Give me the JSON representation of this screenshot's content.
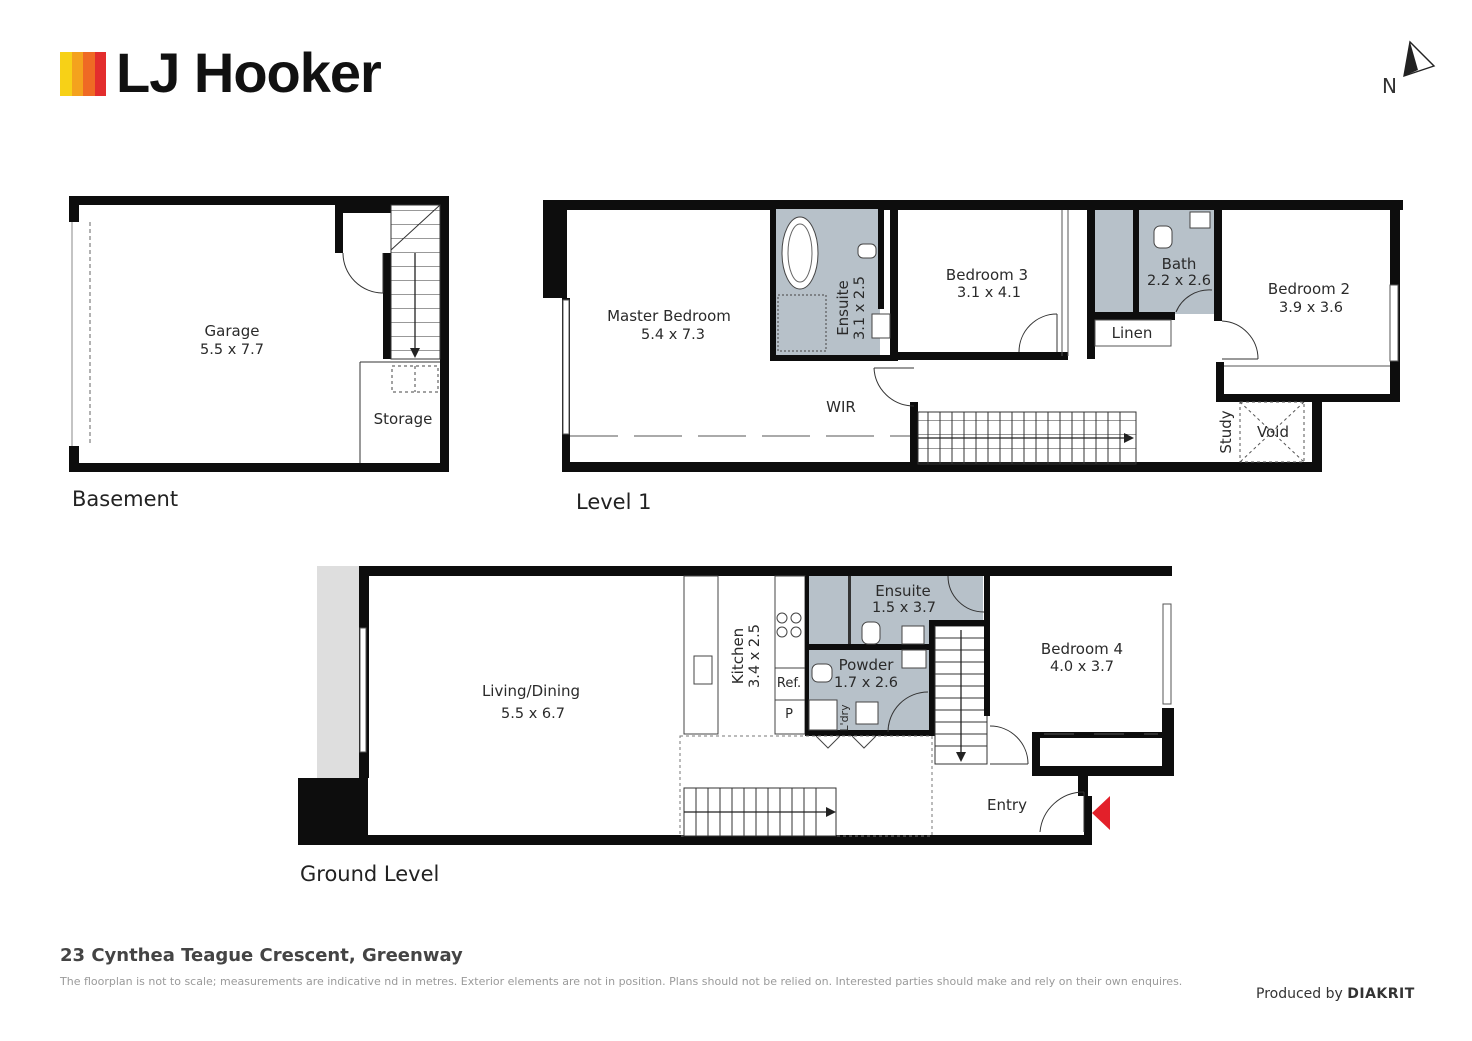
{
  "brand": {
    "name": "LJ Hooker",
    "stripe_colors": [
      "#f7d117",
      "#f4a21d",
      "#ef6a24",
      "#e32d2d"
    ]
  },
  "compass": {
    "label": "N"
  },
  "levels": {
    "basement": "Basement",
    "level1": "Level 1",
    "ground": "Ground Level"
  },
  "rooms": {
    "garage": {
      "name": "Garage",
      "dims": "5.5 x 7.7"
    },
    "storage": {
      "name": "Storage"
    },
    "master": {
      "name": "Master Bedroom",
      "dims": "5.4 x 7.3"
    },
    "ensuite1": {
      "name": "Ensuite",
      "dims": "3.1 x 2.5"
    },
    "bed3": {
      "name": "Bedroom 3",
      "dims": "3.1 x 4.1"
    },
    "bath": {
      "name": "Bath",
      "dims": "2.2 x 2.6"
    },
    "linen": {
      "name": "Linen"
    },
    "bed2": {
      "name": "Bedroom 2",
      "dims": "3.9 x 3.6"
    },
    "wir": {
      "name": "WIR"
    },
    "study": {
      "name": "Study"
    },
    "void": {
      "name": "Void"
    },
    "living": {
      "name": "Living/Dining",
      "dims": "5.5 x 6.7"
    },
    "kitchen": {
      "name": "Kitchen",
      "dims": "3.4 x 2.5"
    },
    "ref": {
      "name": "Ref."
    },
    "pantry": {
      "name": "P"
    },
    "ensuite2": {
      "name": "Ensuite",
      "dims": "1.5 x 3.7"
    },
    "powder": {
      "name": "Powder",
      "dims": "1.7 x 2.6"
    },
    "laundry": {
      "name": "L'dry"
    },
    "bed4": {
      "name": "Bedroom 4",
      "dims": "4.0 x 3.7"
    },
    "entry": {
      "name": "Entry"
    }
  },
  "colors": {
    "wall": "#0d0d0d",
    "wet_area": "#b7c1c9",
    "entry_arrow": "#e3202a"
  },
  "footer": {
    "address": "23 Cynthea Teague Crescent, Greenway",
    "disclaimer": "The floorplan is not to scale; measurements are indicative nd in metres. Exterior elements are not in position. Plans should not be relied on. Interested parties should make and rely on their own enquires.",
    "produced_by_label": "Produced by",
    "producer": "DIAKRIT"
  }
}
